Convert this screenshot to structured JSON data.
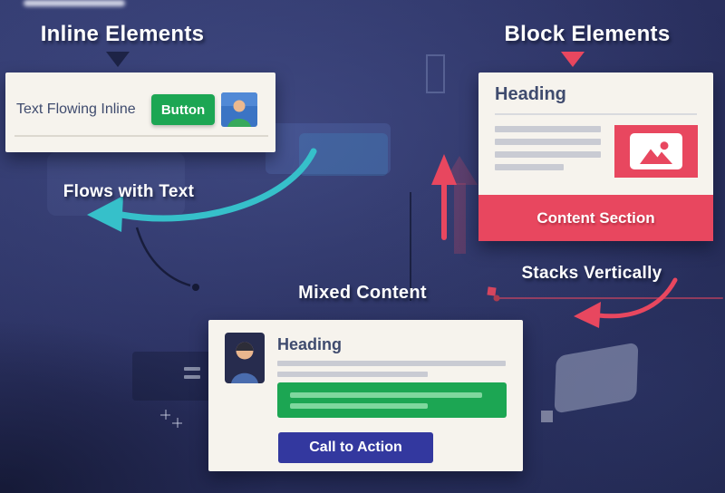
{
  "colors": {
    "background": "#2a3060",
    "card": "#f6f3ed",
    "green": "#1ca653",
    "green_light": "#7fd79e",
    "red": "#e8475f",
    "indigo": "#33389f",
    "teal": "#36c0ca",
    "heading_text": "#3f4b6e",
    "line_gray": "#c9cbd3",
    "rule_gray": "#d9dade"
  },
  "inline_section": {
    "title": "Inline Elements",
    "caption": "Flows with Text",
    "card": {
      "text": "Text Flowing Inline",
      "button_label": "Button"
    }
  },
  "block_section": {
    "title": "Block Elements",
    "caption": "Stacks Vertically",
    "card": {
      "heading": "Heading",
      "content_label": "Content Section"
    }
  },
  "mixed_section": {
    "title": "Mixed Content",
    "card": {
      "heading": "Heading",
      "cta_label": "Call to Action"
    }
  }
}
